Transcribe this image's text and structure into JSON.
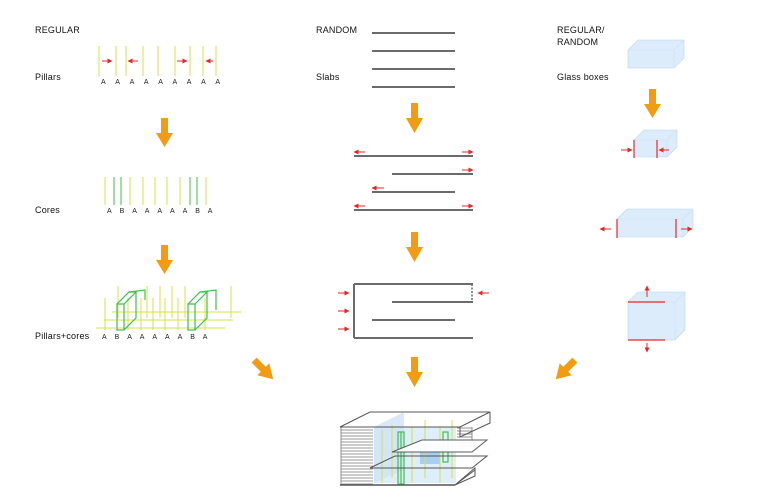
{
  "columns": {
    "regular": {
      "heading": "REGULAR"
    },
    "random": {
      "heading": "RANDOM"
    },
    "regular_random": {
      "heading_line1": "REGULAR/",
      "heading_line2": "RANDOM"
    }
  },
  "labels": {
    "pillars": "Pillars",
    "cores": "Cores",
    "pillars_cores": "Pillars+cores",
    "slabs": "Slabs",
    "glass_boxes": "Glass boxes"
  },
  "sequences": {
    "pillars": [
      "A",
      "A",
      "A",
      "A",
      "A",
      "A",
      "A",
      "A",
      "A"
    ],
    "cores": [
      "A",
      "B",
      "A",
      "A",
      "A",
      "A",
      "A",
      "B",
      "A"
    ],
    "pillars_cores": [
      "A",
      "B",
      "A",
      "A",
      "A",
      "A",
      "A",
      "B",
      "A"
    ]
  },
  "colors": {
    "arrow_orange": "#f39c12",
    "force_red": "#e8262a",
    "pillar_yellow": "#d6e04a",
    "core_green": "#3cc24a",
    "slab_grey": "#6b6b6b",
    "glass_blue": "#dcecfb"
  }
}
